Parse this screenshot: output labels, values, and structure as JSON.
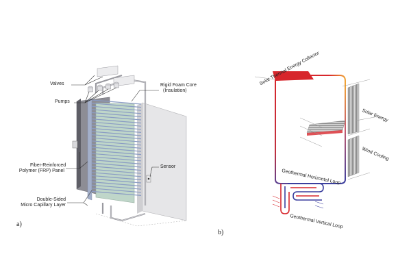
{
  "panel_a": {
    "letter": "a)",
    "labels": {
      "valves": "Valves",
      "pumps": "Pumps",
      "foam_line1": "Rigid Foam Core",
      "foam_line2": "(Insulation)",
      "frp_line1": "Fiber-Reinforced",
      "frp_line2": "Polymer (FRP) Panel",
      "sensor": "Sensor",
      "capillary_line1": "Double-Sided",
      "capillary_line2": "Micro Capillary Layer"
    }
  },
  "panel_b": {
    "letter": "b)",
    "labels": {
      "solar_collector": "Solar Thermal Energy Collector",
      "solar_energy": "Solar Energy",
      "wind_cooling": "Wind Cooling",
      "geo_horizontal": "Geothermal Horizontal Loop",
      "geo_vertical": "Geothermal Vertical Loop"
    }
  },
  "colors": {
    "hot": "#d7262c",
    "warm": "#f0a336",
    "cool": "#3b3f9e",
    "capillary": "#8a9cc4",
    "foam": "#bfd6c9",
    "frp": "#8d8d95",
    "panel_gray": "#e6e6e8"
  }
}
